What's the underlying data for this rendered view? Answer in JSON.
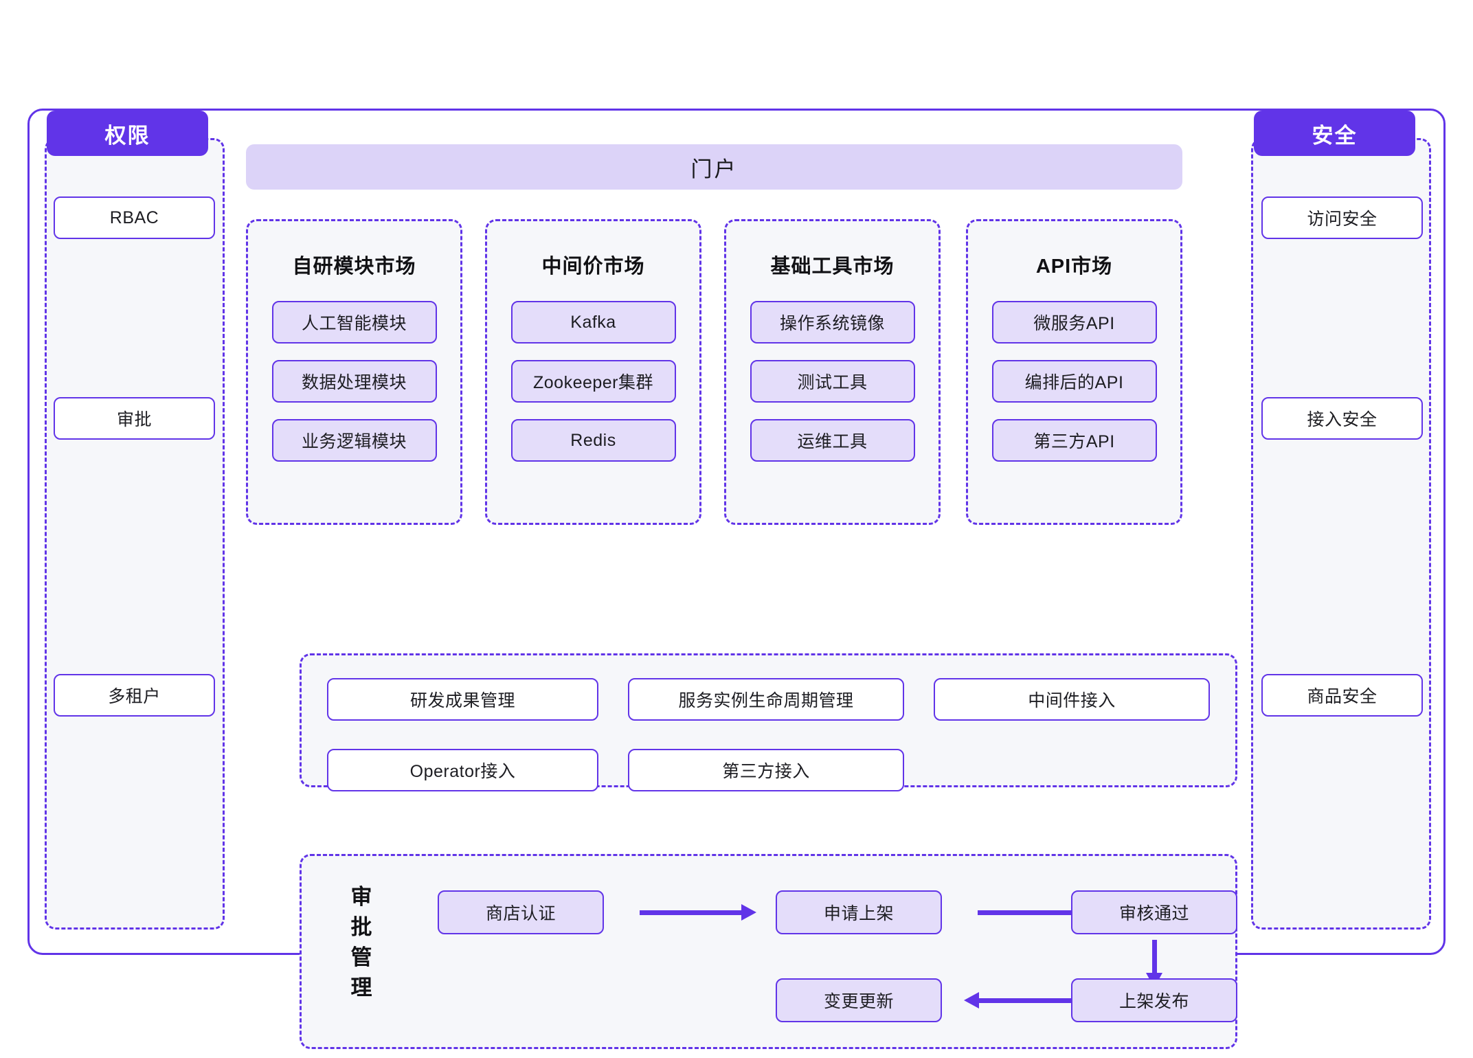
{
  "portal": {
    "title": "门户"
  },
  "left_column": {
    "header": "权限",
    "items": [
      {
        "label": "RBAC"
      },
      {
        "label": "审批"
      },
      {
        "label": "多租户"
      }
    ]
  },
  "right_column": {
    "header": "安全",
    "items": [
      {
        "label": "访问安全"
      },
      {
        "label": "接入安全"
      },
      {
        "label": "商品安全"
      }
    ]
  },
  "markets": [
    {
      "title": "自研模块市场",
      "items": [
        "人工智能模块",
        "数据处理模块",
        "业务逻辑模块"
      ]
    },
    {
      "title": "中间价市场",
      "items": [
        "Kafka",
        "Zookeeper集群",
        "Redis"
      ]
    },
    {
      "title": "基础工具市场",
      "items": [
        "操作系统镜像",
        "测试工具",
        "运维工具"
      ]
    },
    {
      "title": "API市场",
      "items": [
        "微服务API",
        "编排后的API",
        "第三方API"
      ]
    }
  ],
  "capabilities": [
    "研发成果管理",
    "服务实例生命周期管理",
    "中间件接入",
    "Operator接入",
    "第三方接入"
  ],
  "approval": {
    "label": "审批管理",
    "steps": [
      "商店认证",
      "申请上架",
      "审核通过",
      "上架发布",
      "变更更新"
    ]
  },
  "colors": {
    "accent": "#6134e8",
    "pill_fill": "#e4ddfa",
    "portal_fill": "#dcd3f8",
    "panel_fill": "#f6f7fa",
    "text": "#1d1d22"
  }
}
